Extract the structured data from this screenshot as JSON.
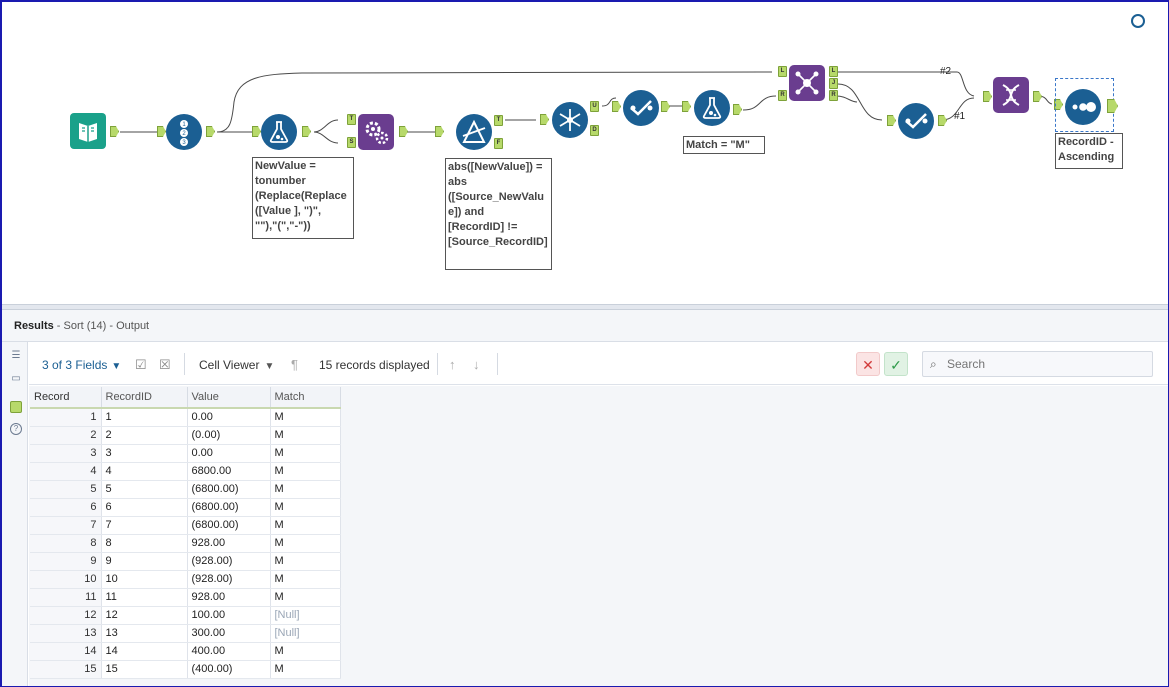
{
  "canvas": {
    "annotations": {
      "formula1": [
        "NewValue =",
        "tonumber",
        "(Replace(Replace",
        "([Value  ], \")\",",
        "\"\"),\"(\",\"-\"))"
      ],
      "join_filter": [
        "abs([NewValue]) =",
        "abs",
        "([Source_NewValu",
        "e]) and",
        "[RecordID] !=",
        "[Source_RecordID]"
      ],
      "formula2": [
        "Match = \"M\""
      ],
      "sort": [
        "RecordID -",
        "Ascending"
      ]
    },
    "anchor_labels": {
      "true": "T",
      "false": "F",
      "unique": "U",
      "duplicate": "D",
      "left": "L",
      "right": "R",
      "join": "J",
      "source": "S"
    },
    "wire_labels": {
      "union_in_2": "#2",
      "union_in_1": "#1"
    },
    "tool_icons": [
      "input-book-icon",
      "record-id-icon",
      "formula-icon",
      "generate-rows-icon",
      "filter-icon",
      "unique-icon",
      "select-icon",
      "formula-icon",
      "join-icon",
      "select-icon",
      "union-icon",
      "sort-icon"
    ]
  },
  "results": {
    "label": "Results",
    "subtitle": " - Sort (14) - Output"
  },
  "toolbar": {
    "fields_selector": "3 of 3 Fields",
    "cell_viewer": "Cell Viewer",
    "records_displayed": "15 records displayed",
    "search_placeholder": "Search"
  },
  "colors": {
    "tool_blue": "#1b5f93",
    "tool_purple": "#6a3d8f",
    "tool_teal": "#1aa18a",
    "anchor_green": "#b7d96a",
    "reject_red": "#d23b3b",
    "accept_green": "#2e9a49"
  },
  "grid": {
    "columns": [
      "Record",
      "RecordID",
      "Value",
      "Match"
    ],
    "rows": [
      [
        "1",
        "1",
        "0.00",
        "M"
      ],
      [
        "2",
        "2",
        "(0.00)",
        "M"
      ],
      [
        "3",
        "3",
        "0.00",
        "M"
      ],
      [
        "4",
        "4",
        "6800.00",
        "M"
      ],
      [
        "5",
        "5",
        "(6800.00)",
        "M"
      ],
      [
        "6",
        "6",
        "(6800.00)",
        "M"
      ],
      [
        "7",
        "7",
        "(6800.00)",
        "M"
      ],
      [
        "8",
        "8",
        "928.00",
        "M"
      ],
      [
        "9",
        "9",
        "(928.00)",
        "M"
      ],
      [
        "10",
        "10",
        "(928.00)",
        "M"
      ],
      [
        "11",
        "11",
        "928.00",
        "M"
      ],
      [
        "12",
        "12",
        "100.00",
        "[Null]"
      ],
      [
        "13",
        "13",
        "300.00",
        "[Null]"
      ],
      [
        "14",
        "14",
        "400.00",
        "M"
      ],
      [
        "15",
        "15",
        "(400.00)",
        "M"
      ]
    ]
  }
}
